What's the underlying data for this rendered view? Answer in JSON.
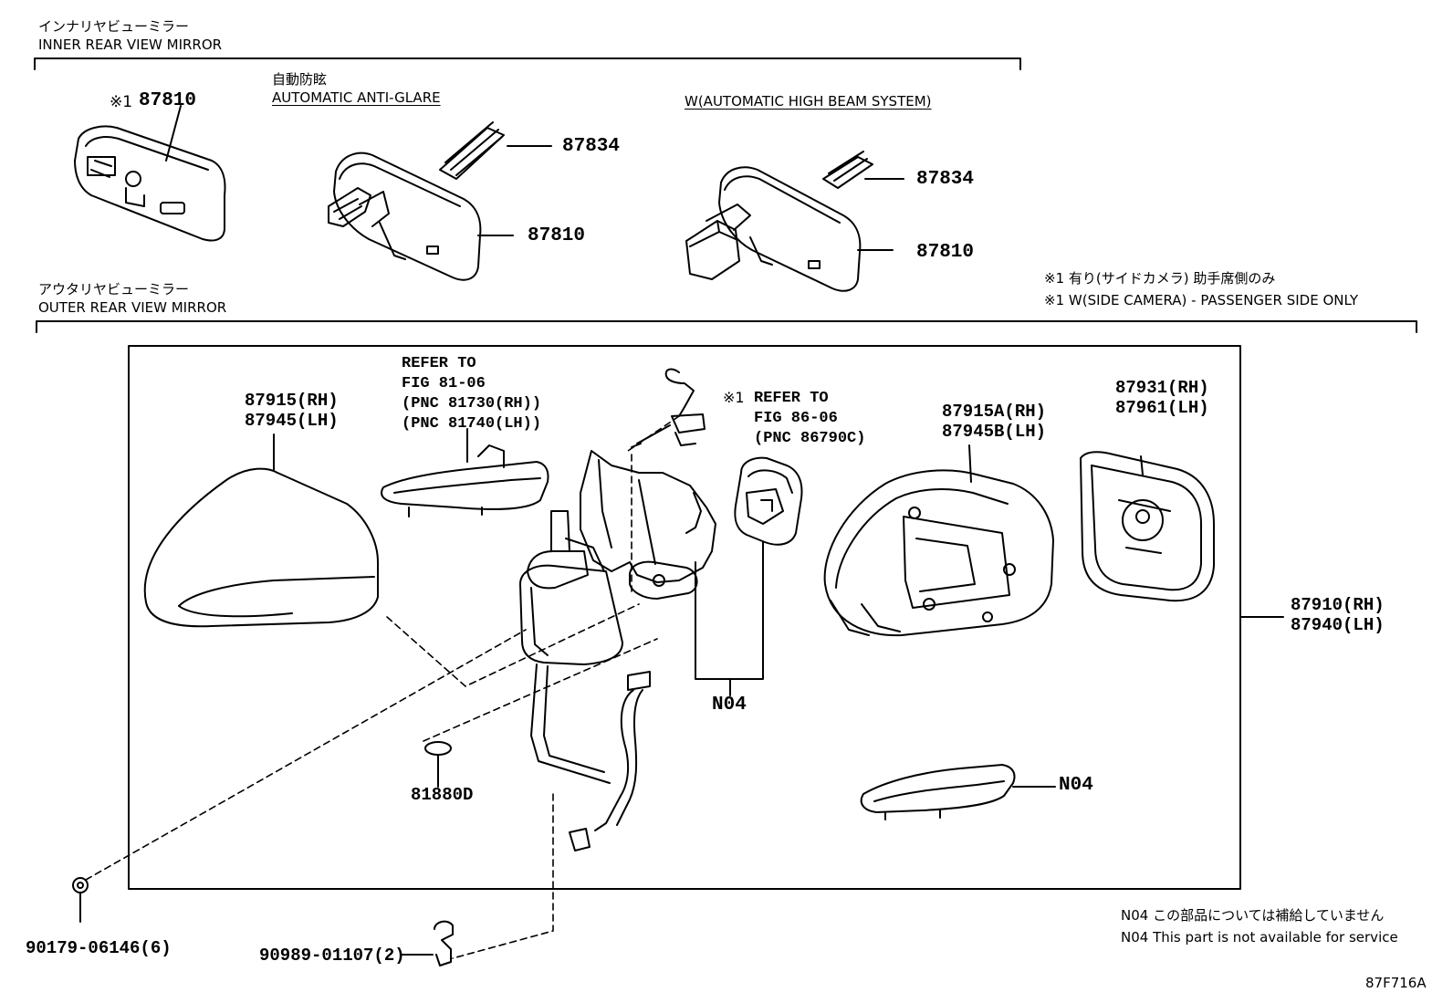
{
  "inner_section": {
    "title_jp": "インナリヤビューミラー",
    "title_en": "INNER REAR VIEW MIRROR",
    "variant_auto_jp": "自動防眩",
    "variant_auto_en": "AUTOMATIC ANTI-GLARE",
    "variant_highbeam": "W(AUTOMATIC HIGH BEAM SYSTEM)"
  },
  "outer_section": {
    "title_jp": "アウタリヤビューミラー",
    "title_en": "OUTER REAR VIEW MIRROR"
  },
  "callouts": {
    "mark": "※1",
    "p87810_a": "87810",
    "p87834_a": "87834",
    "p87810_b": "87810",
    "p87834_b": "87834",
    "p87810_c": "87810",
    "p87915": "87915(RH)",
    "p87945": "87945(LH)",
    "p87915a": "87915A(RH)",
    "p87945b": "87945B(LH)",
    "p87931": "87931(RH)",
    "p87961": "87961(LH)",
    "p87910": "87910(RH)",
    "p87940": "87940(LH)",
    "n04_a": "N04",
    "n04_b": "N04",
    "p81880d": "81880D",
    "p90179": "90179-06146(6)",
    "p90989": "90989-01107(2)"
  },
  "refs": {
    "ref_a": [
      "REFER TO",
      "FIG 81-06",
      "(PNC 81730(RH))",
      "(PNC 81740(LH))"
    ],
    "ref_b_mark": "※1",
    "ref_b": [
      "REFER TO",
      "FIG 86-06",
      "(PNC 86790C)"
    ]
  },
  "notes": {
    "side_camera_jp": "※1 有り(サイドカメラ) 助手席側のみ",
    "side_camera_en": "※1 W(SIDE CAMERA) - PASSENGER SIDE ONLY",
    "n04_jp": "N04 この部品については補給していません",
    "n04_en": "N04 This part is not available for service"
  },
  "figure_id": "87F716A"
}
